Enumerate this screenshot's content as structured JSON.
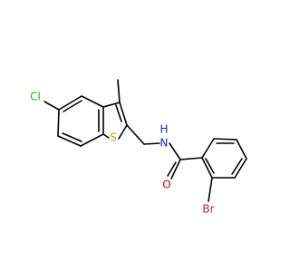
{
  "molecule": {
    "atom_labels": {
      "chlorine": "Cl",
      "sulfur": "S",
      "nitrogen": "N",
      "hydrogen": "H",
      "oxygen": "O",
      "bromine": "Br"
    },
    "colors": {
      "bond": "#000000",
      "chlorine": "#1fb31f",
      "sulfur": "#b8a300",
      "nitrogen": "#2020e0",
      "oxygen": "#e00000",
      "bromine": "#a52a2a"
    }
  }
}
